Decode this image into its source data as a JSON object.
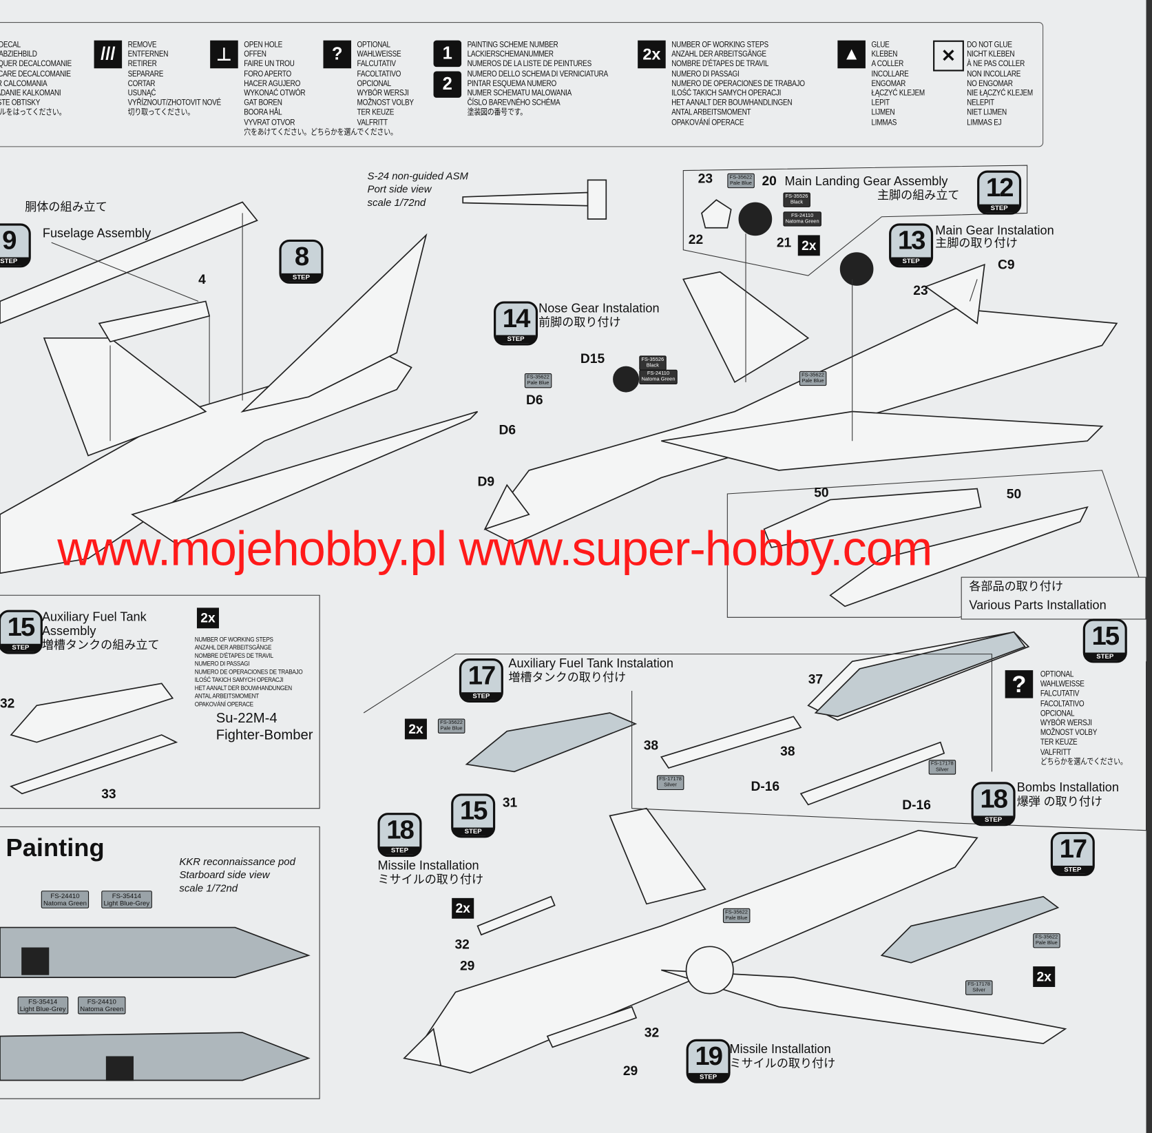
{
  "legend": [
    {
      "icon": "decal-icon",
      "lines": [
        "Y DECAL",
        "R ABZIEHBILD",
        "LIQUER DECALCOMANIE",
        "LICARE DECALCOMANIE",
        "ER CALCOMANIA",
        "LADANIE KALKOMANI",
        "ESTE OBTISKY",
        "ールをはってください。"
      ]
    },
    {
      "icon": "remove-icon",
      "lines": [
        "REMOVE",
        "ENTFERNEN",
        "RETIRER",
        "SEPARARE",
        "CORTAR",
        "USUNĄĆ",
        "VYŘÍZNOUT/ZHOTOVIT NOVÉ",
        "切り取ってください。"
      ]
    },
    {
      "icon": "open-hole-icon",
      "lines": [
        "OPEN HOLE",
        "OFFEN",
        "FAIRE UN TROU",
        "FORO APERTO",
        "HACER AGUJERO",
        "WYKONAĆ OTWÓR",
        "GAT BOREN",
        "BOORA HÅL",
        "VYVRAT OTVOR",
        "穴をあけてください。どちらかを選んでください。"
      ]
    },
    {
      "icon": "optional-icon",
      "lines": [
        "OPTIONAL",
        "WAHLWEISSE",
        "FALCUTATIV",
        "FACOLTATIVO",
        "OPCIONAL",
        "WYBÓR WERSJI",
        "MOŽNOST VOLBY",
        "TER KEUZE",
        "VALFRITT"
      ]
    },
    {
      "icon": "painting-scheme-icon",
      "lines": [
        "PAINTING SCHEME NUMBER",
        "LACKIERSCHEMANUMMER",
        "NUMEROS DE LA LISTE DE PEINTURES",
        "NUMERO DELLO SCHEMA DI VERNICIATURA",
        "PINTAR ESQUEMA NUMERO",
        "NUMER SCHEMATU MALOWANIA",
        "ČÍSLO BAREVNÉHO SCHÉMA",
        "塗装図の番号です。"
      ]
    },
    {
      "icon": "working-steps-icon",
      "lines": [
        "NUMBER OF WORKING STEPS",
        "ANZAHL DER ARBEITSGÄNGE",
        "NOMBRE D'ÉTAPES DE TRAVIL",
        "NUMERO DI PASSAGI",
        "NUMERO DE OPERACIONES DE TRABAJO",
        "ILOŚĆ TAKICH SAMYCH OPERACJI",
        "HET AANALT DER BOUWHANDLINGEN",
        "ANTAL ARBEITSMOMENT",
        "OPAKOVÁNÍ OPERACE"
      ]
    },
    {
      "icon": "glue-icon",
      "lines": [
        "GLUE",
        "KLEBEN",
        "A COLLER",
        "INCOLLARE",
        "ENGOMAR",
        "ŁĄCZYĆ KLEJEM",
        "LEPIT",
        "LIJMEN",
        "LIMMAS"
      ]
    },
    {
      "icon": "no-glue-icon",
      "lines": [
        "DO NOT GLUE",
        "NICHT KLEBEN",
        "À NE PAS COLLER",
        "NON INCOLLARE",
        "NO ENGOMAR",
        "NIE ŁĄCZYĆ KLEJEM",
        "NELEPIT",
        "NIET LIJMEN",
        "LIMMAS EJ"
      ]
    }
  ],
  "icons": {
    "painting_1": "1",
    "painting_2": "2",
    "two_x": "2x",
    "optional": "?"
  },
  "step_label": "STEP",
  "steps": {
    "s8": {
      "num": "8"
    },
    "s9": {
      "num": "9",
      "title": "Fuselage Assembly",
      "jp": "胴体の組み立て"
    },
    "s12": {
      "num": "12",
      "title": "Main Landing Gear Assembly",
      "jp": "主脚の組み立て"
    },
    "s13": {
      "num": "13",
      "title": "Main Gear Instalation",
      "jp": "主脚の取り付け"
    },
    "s14": {
      "num": "14",
      "title": "Nose Gear Instalation",
      "jp": "前脚の取り付け"
    },
    "s15a": {
      "num": "15",
      "title1": "Auxiliary Fuel Tank",
      "title2": "Assembly",
      "jp": "増槽タンクの組み立て"
    },
    "s15b": {
      "num": "15",
      "title": "Various Parts Installation",
      "jp": "各部品の取り付け"
    },
    "s15c": {
      "num": "15"
    },
    "s17a": {
      "num": "17",
      "title": "Auxiliary Fuel Tank Instalation",
      "jp": "増槽タンクの取り付け"
    },
    "s17b": {
      "num": "17"
    },
    "s18a": {
      "num": "18",
      "title": "Missile Installation",
      "jp": "ミサイルの取り付け"
    },
    "s18b": {
      "num": "18",
      "title": "Bombs Installation",
      "jp": "爆弾 の取り付け"
    },
    "s19": {
      "num": "19",
      "title": "Missile Installation",
      "jp": "ミサイルの取り付け"
    }
  },
  "notes": {
    "asm": [
      "S-24 non-guided ASM",
      "Port side view",
      "scale 1/72nd"
    ],
    "pod": [
      "KKR reconnaissance pod",
      "Starboard side view",
      "scale 1/72nd"
    ],
    "aircraft": [
      "Su-22M-4",
      "Fighter-Bomber"
    ],
    "painting": "Painting",
    "steps_list": [
      "NUMBER OF WORKING STEPS",
      "ANZAHL DER ARBEITSGÄNGE",
      "NOMBRE D'ÉTAPES DE TRAVIL",
      "NUMERO DI PASSAGI",
      "NUMERO DE OPERACIONES DE TRABAJO",
      "ILOŚĆ TAKICH SAMYCH OPERACJI",
      "HET AANALT DER BOUWHANDUNGEN",
      "ANTAL ARBEITSMOMENT",
      "OPAKOVÁNÍ OPERACE"
    ],
    "optional_list": [
      "OPTIONAL",
      "WAHLWEISSE",
      "FALCUTATIV",
      "FACOLTATIVO",
      "OPCIONAL",
      "WYBÓR WERSJI",
      "MOŽNOST VOLBY",
      "TER KEUZE",
      "VALFRITT",
      "どちらかを選んでください。"
    ]
  },
  "parts": {
    "p4": "4",
    "p23": "23",
    "p20": "20",
    "p22": "22",
    "p21": "21",
    "p23b": "23",
    "c9": "C9",
    "d15": "D15",
    "d6a": "D6",
    "d6b": "D6",
    "d9": "D9",
    "p50a": "50",
    "p50b": "50",
    "p37": "37",
    "p38a": "38",
    "p38b": "38",
    "d16a": "D-16",
    "d16b": "D-16",
    "p32a": "32",
    "p33": "33",
    "p31": "31",
    "p32b": "32",
    "p29a": "29",
    "p32c": "32",
    "p29b": "29"
  },
  "chips": {
    "pale_blue": {
      "code": "FS-35622",
      "name": "Pale Blue"
    },
    "black": {
      "code": "FS-35526",
      "name": "Black"
    },
    "green": {
      "code": "FS-24110",
      "name": "Natoma Green"
    },
    "silver": {
      "code": "FS-17178",
      "name": "Silver"
    },
    "nato_green": {
      "code": "FS-24410",
      "name": "Natoma Green"
    },
    "light_blue_grey": {
      "code": "FS-35414",
      "name": "Light Blue-Grey"
    }
  },
  "watermark": "www.mojehobby.pl www.super-hobby.com",
  "colors": {
    "paper": "#ebedee",
    "ink": "#111111",
    "part_fill": "#c3cdd2",
    "watermark": "#ff1a1a"
  }
}
